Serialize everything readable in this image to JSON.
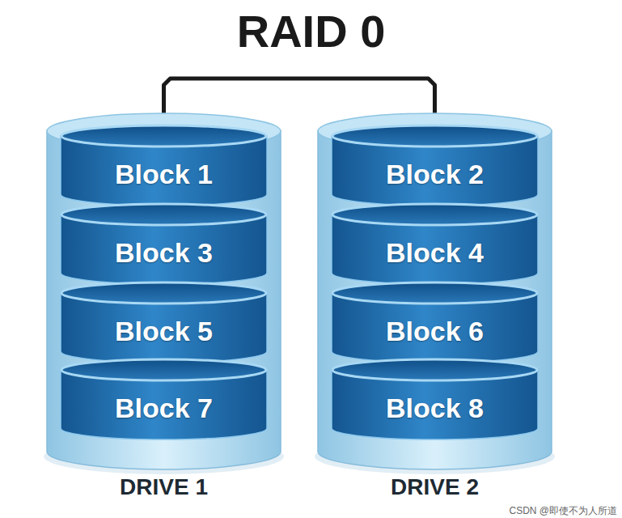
{
  "diagram": {
    "title": "RAID 0",
    "nodes": [
      {
        "text": [
          "DRIVE 1"
        ]
      },
      {
        "text": [
          "Block 1"
        ],
        "in": 0
      },
      {
        "text": [
          "Block 3"
        ],
        "in": 0
      },
      {
        "text": [
          "Block 5"
        ],
        "in": 0
      },
      {
        "text": [
          "Block 7"
        ],
        "in": 0
      },
      {
        "text": [
          "DRIVE 2"
        ]
      },
      {
        "text": [
          "Block 2"
        ],
        "in": 5
      },
      {
        "text": [
          "Block 4"
        ],
        "in": 5
      },
      {
        "text": [
          "Block 6"
        ],
        "in": 5
      },
      {
        "text": [
          "Block 8"
        ],
        "in": 5
      }
    ],
    "edges": [
      {
        "from": 0,
        "to": 5,
        "arrow": "none"
      }
    ],
    "labels": [
      "CSDN @即使不为人所道"
    ]
  }
}
